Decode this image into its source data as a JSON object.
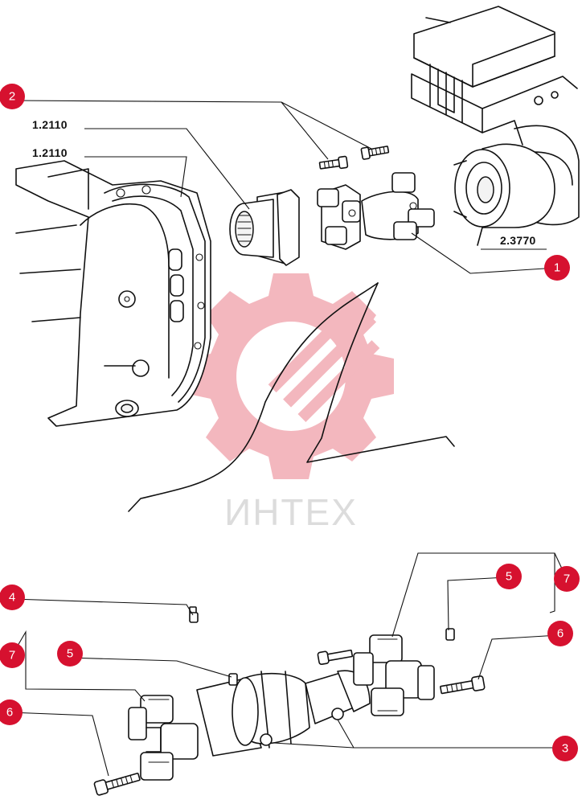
{
  "colors": {
    "callout": "#d6112f",
    "watermark": "#f2b0b7",
    "watermark_text": "#d9d9d9",
    "ink": "#111111"
  },
  "watermark": {
    "text": "ИНТЕХ"
  },
  "references": {
    "upper_1": "1.2110",
    "upper_2": "1.2110",
    "right": "2.3770"
  },
  "callouts": {
    "top_bolts": "2",
    "top_shaft": "1",
    "grease_nipple": "4",
    "left_nipple": "5",
    "right_nipple": "5",
    "left_set": "7",
    "right_set": "7",
    "left_bolt": "6",
    "right_bolt": "6",
    "shaft_nuts": "3"
  },
  "icons": [
    "gear-logo-icon"
  ]
}
